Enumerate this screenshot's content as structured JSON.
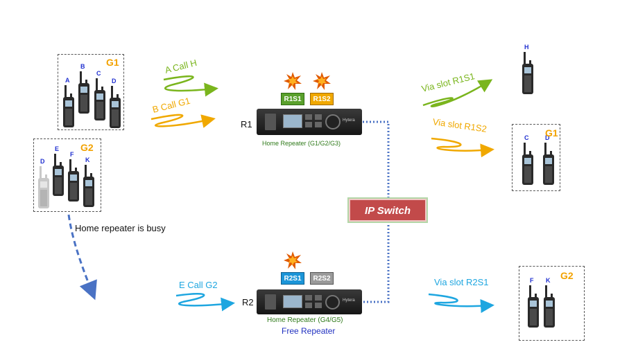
{
  "groups": {
    "g1_left": {
      "name": "G1",
      "radios": [
        "A",
        "B",
        "C",
        "D"
      ]
    },
    "g2_left": {
      "name": "G2",
      "radios": [
        "D",
        "E",
        "F",
        "K"
      ]
    },
    "h_right": {
      "radios": [
        "H"
      ]
    },
    "g1_right": {
      "name": "G1",
      "radios": [
        "C",
        "D"
      ]
    },
    "g2_right": {
      "name": "G2",
      "radios": [
        "F",
        "K"
      ]
    }
  },
  "calls": {
    "a_call_h": "A Call H",
    "b_call_g1": "B  Call G1",
    "e_call_g2": "E Call G2"
  },
  "vias": {
    "r1s1": "Via slot R1S1",
    "r1s2": "Via slot R1S2",
    "r2s1": "Via slot R2S1"
  },
  "repeaters": {
    "r1": {
      "name": "R1",
      "caption": "Home Repeater  (G1/G2/G3)",
      "slots": [
        "R1S1",
        "R1S2"
      ]
    },
    "r2": {
      "name": "R2",
      "caption": "Home  Repeater  (G4/G5)",
      "subcaption": "Free Repeater",
      "slots": [
        "R2S1",
        "R2S2"
      ]
    }
  },
  "busy_note": "Home  repeater is busy",
  "ip_switch": "IP Switch",
  "brand": "Hytera",
  "colors": {
    "green_call": "#7ab51d",
    "orange_call": "#f0a800",
    "cyan_call": "#1ea6e0",
    "slot_green": "#5aa02c",
    "slot_orange": "#f0a800",
    "slot_blue": "#1c95d8",
    "slot_gray": "#9a9a9a",
    "ip_switch": "#c24a4a",
    "group_label": "#f2a200",
    "radio_letter": "#2030d0",
    "link_dots": "#4a72c4",
    "caption_green": "#2f7a1a",
    "caption_blue": "#2030c0"
  },
  "icons": [
    "radio-icon",
    "repeater-icon",
    "burst-icon",
    "zigzag-arrow-icon",
    "dashed-arrow-icon"
  ]
}
